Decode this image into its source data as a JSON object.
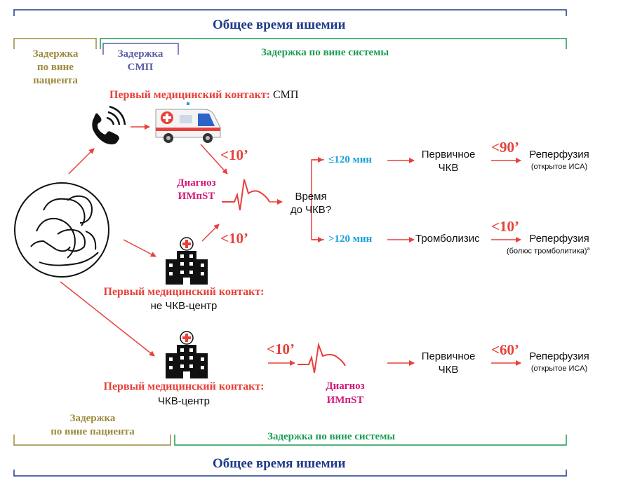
{
  "colors": {
    "navy": "#1e3a8a",
    "gold": "#9c8a3c",
    "purple": "#5b5ea6",
    "green": "#1a9c52",
    "red": "#e8403a",
    "magenta": "#d4197a",
    "cyan": "#1aa0d8"
  },
  "icons": [
    "phone-icon",
    "ambulance-icon",
    "patient-chest-pain-icon",
    "hospital-icon",
    "ecg-icon"
  ],
  "top": {
    "total_ischemia": "Общее время ишемии",
    "patient_delay": [
      "Задержка",
      "по вине",
      "пациента"
    ],
    "ems_delay": [
      "Задержка",
      "СМП"
    ],
    "system_delay": "Задержка по вине системы"
  },
  "ems_path": {
    "fmc_label": "Первый медицинский контакт:",
    "fmc_value": "СМП",
    "diag_line1": "Диагноз",
    "diag_line2": "ИМпST",
    "time1": "<10’",
    "time2": "<10’",
    "question_line1": "Время",
    "question_line2": "до ЧКВ?",
    "branch1_label": "≤120 мин",
    "branch1_treatment_line1": "Первичное",
    "branch1_treatment_line2": "ЧКВ",
    "branch1_time": "<90’",
    "branch1_result": "Реперфузия",
    "branch1_result_note": "(открытое ИСА)",
    "branch2_label": ">120 мин",
    "branch2_treatment": "Тромболизис",
    "branch2_time": "<10’",
    "branch2_result": "Реперфузия",
    "branch2_result_note": "(болюс тромболитика)",
    "branch2_footnote": "а"
  },
  "non_pci": {
    "fmc_label": "Первый медицинский контакт:",
    "fmc_value": "не ЧКВ-центр"
  },
  "pci_path": {
    "fmc_label": "Первый медицинский контакт:",
    "fmc_value": "ЧКВ-центр",
    "time1": "<10’",
    "diag_line1": "Диагноз",
    "diag_line2": "ИМпST",
    "treatment_line1": "Первичное",
    "treatment_line2": "ЧКВ",
    "time2": "<60’",
    "result": "Реперфузия",
    "result_note": "(открытое ИСА)"
  },
  "bottom": {
    "patient_delay": [
      "Задержка",
      "по вине пациента"
    ],
    "system_delay": "Задержка по вине системы",
    "total_ischemia": "Общее время ишемии"
  }
}
